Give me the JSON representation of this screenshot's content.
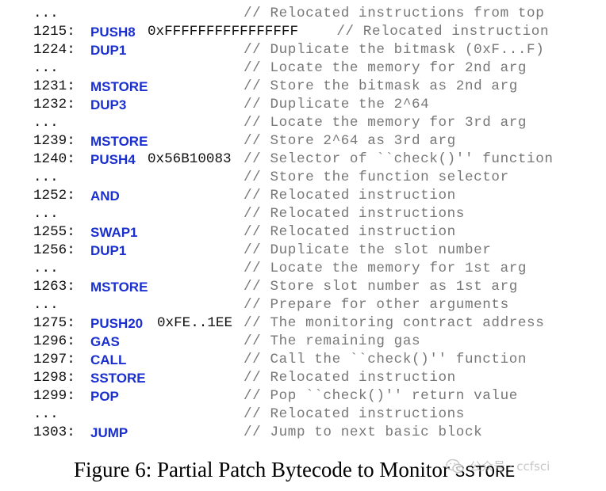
{
  "code": {
    "lines": [
      {
        "num": "...",
        "op": "",
        "arg": "",
        "comment": "// Relocated instructions from top"
      },
      {
        "num": "1215:",
        "op": "PUSH8",
        "arg": "0xFFFFFFFFFFFFFFFF",
        "comment": "  // Relocated instruction"
      },
      {
        "num": "1224:",
        "op": "DUP1",
        "arg": "",
        "comment": "// Duplicate the bitmask (0xF...F)"
      },
      {
        "num": "...",
        "op": "",
        "arg": "",
        "comment": "// Locate the memory for 2nd arg"
      },
      {
        "num": "1231:",
        "op": "MSTORE",
        "arg": "",
        "comment": "// Store the bitmask as 2nd arg"
      },
      {
        "num": "1232:",
        "op": "DUP3",
        "arg": "",
        "comment": "// Duplicate the 2^64"
      },
      {
        "num": "...",
        "op": "",
        "arg": "",
        "comment": "// Locate the memory for 3rd arg"
      },
      {
        "num": "1239:",
        "op": "MSTORE",
        "arg": "",
        "comment": "// Store 2^64 as 3rd arg"
      },
      {
        "num": "1240:",
        "op": "PUSH4",
        "arg": "0x56B10083",
        "comment": "// Selector of ``check()'' function"
      },
      {
        "num": "...",
        "op": "",
        "arg": "",
        "comment": "// Store the function selector"
      },
      {
        "num": "1252:",
        "op": "AND",
        "arg": "",
        "comment": "// Relocated instruction"
      },
      {
        "num": "...",
        "op": "",
        "arg": "",
        "comment": "// Relocated instructions"
      },
      {
        "num": "1255:",
        "op": "SWAP1",
        "arg": "",
        "comment": "// Relocated instruction"
      },
      {
        "num": "1256:",
        "op": "DUP1",
        "arg": "",
        "comment": "// Duplicate the slot number"
      },
      {
        "num": "...",
        "op": "",
        "arg": "",
        "comment": "// Locate the memory for 1st arg"
      },
      {
        "num": "1263:",
        "op": "MSTORE",
        "arg": "",
        "comment": "// Store slot number as 1st arg"
      },
      {
        "num": "...",
        "op": "",
        "arg": "",
        "comment": "// Prepare for other arguments"
      },
      {
        "num": "1275:",
        "op": "PUSH20",
        "arg": "0xFE..1EE",
        "comment": "// The monitoring contract address"
      },
      {
        "num": "1296:",
        "op": "GAS",
        "arg": "",
        "comment": "// The remaining gas"
      },
      {
        "num": "1297:",
        "op": "CALL",
        "arg": "",
        "comment": "// Call the ``check()'' function"
      },
      {
        "num": "1298:",
        "op": "SSTORE",
        "arg": "",
        "comment": "// Relocated instruction"
      },
      {
        "num": "1299:",
        "op": "POP",
        "arg": "",
        "comment": "// Pop ``check()'' return value"
      },
      {
        "num": "...",
        "op": "",
        "arg": "",
        "comment": "// Relocated instructions"
      },
      {
        "num": "1303:",
        "op": "JUMP",
        "arg": "",
        "comment": "// Jump to next basic block"
      }
    ]
  },
  "caption": {
    "text": "Figure 6: Partial Patch Bytecode to Monitor ",
    "code": "SSTORE"
  },
  "watermark": {
    "text": "公众号 · ccfsci",
    "icon": "wechat-icon"
  }
}
